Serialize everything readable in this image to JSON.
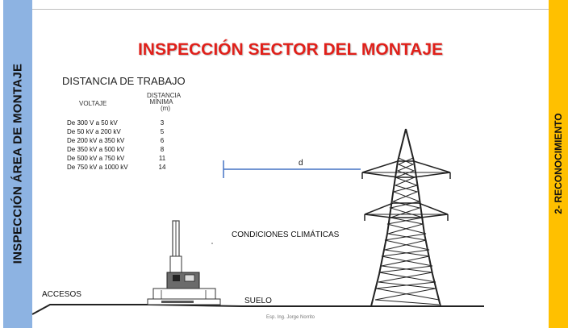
{
  "slide": {
    "title": "INSPECCIÓN SECTOR DEL MONTAJE",
    "left_band": "INSPECCIÓN ÁREA DE MONTAJE",
    "right_band": "2- RECONOCIMIENTO",
    "footer": "Esp. Ing. Jorge Norrito"
  },
  "distance_table": {
    "title": "DISTANCIA DE TRABAJO",
    "header_voltage": "VOLTAJE",
    "header_distance_1": "DISTANCIA",
    "header_distance_2": "MÍNIMA",
    "header_distance_3": "(m)",
    "rows": [
      {
        "voltage": "De 300 V a 50 kV",
        "distance": "3"
      },
      {
        "voltage": "De 50 kV a 200 kV",
        "distance": "5"
      },
      {
        "voltage": "De 200 kV a 350 kV",
        "distance": "6"
      },
      {
        "voltage": "De 350 kV a 500 kV",
        "distance": "8"
      },
      {
        "voltage": "De 500 kV a 750 kV",
        "distance": "11"
      },
      {
        "voltage": "De 750 kV a 1000 kV",
        "distance": "14"
      }
    ]
  },
  "diagram": {
    "distance_label": "d",
    "weather_label": "CONDICIONES CLIMÁTICAS",
    "access_label": "ACCESOS",
    "ground_label": "SUELO"
  },
  "colors": {
    "left_band": "#8db3e2",
    "right_band": "#ffc000",
    "title": "#e0201a",
    "distance_line": "#4472c4"
  }
}
